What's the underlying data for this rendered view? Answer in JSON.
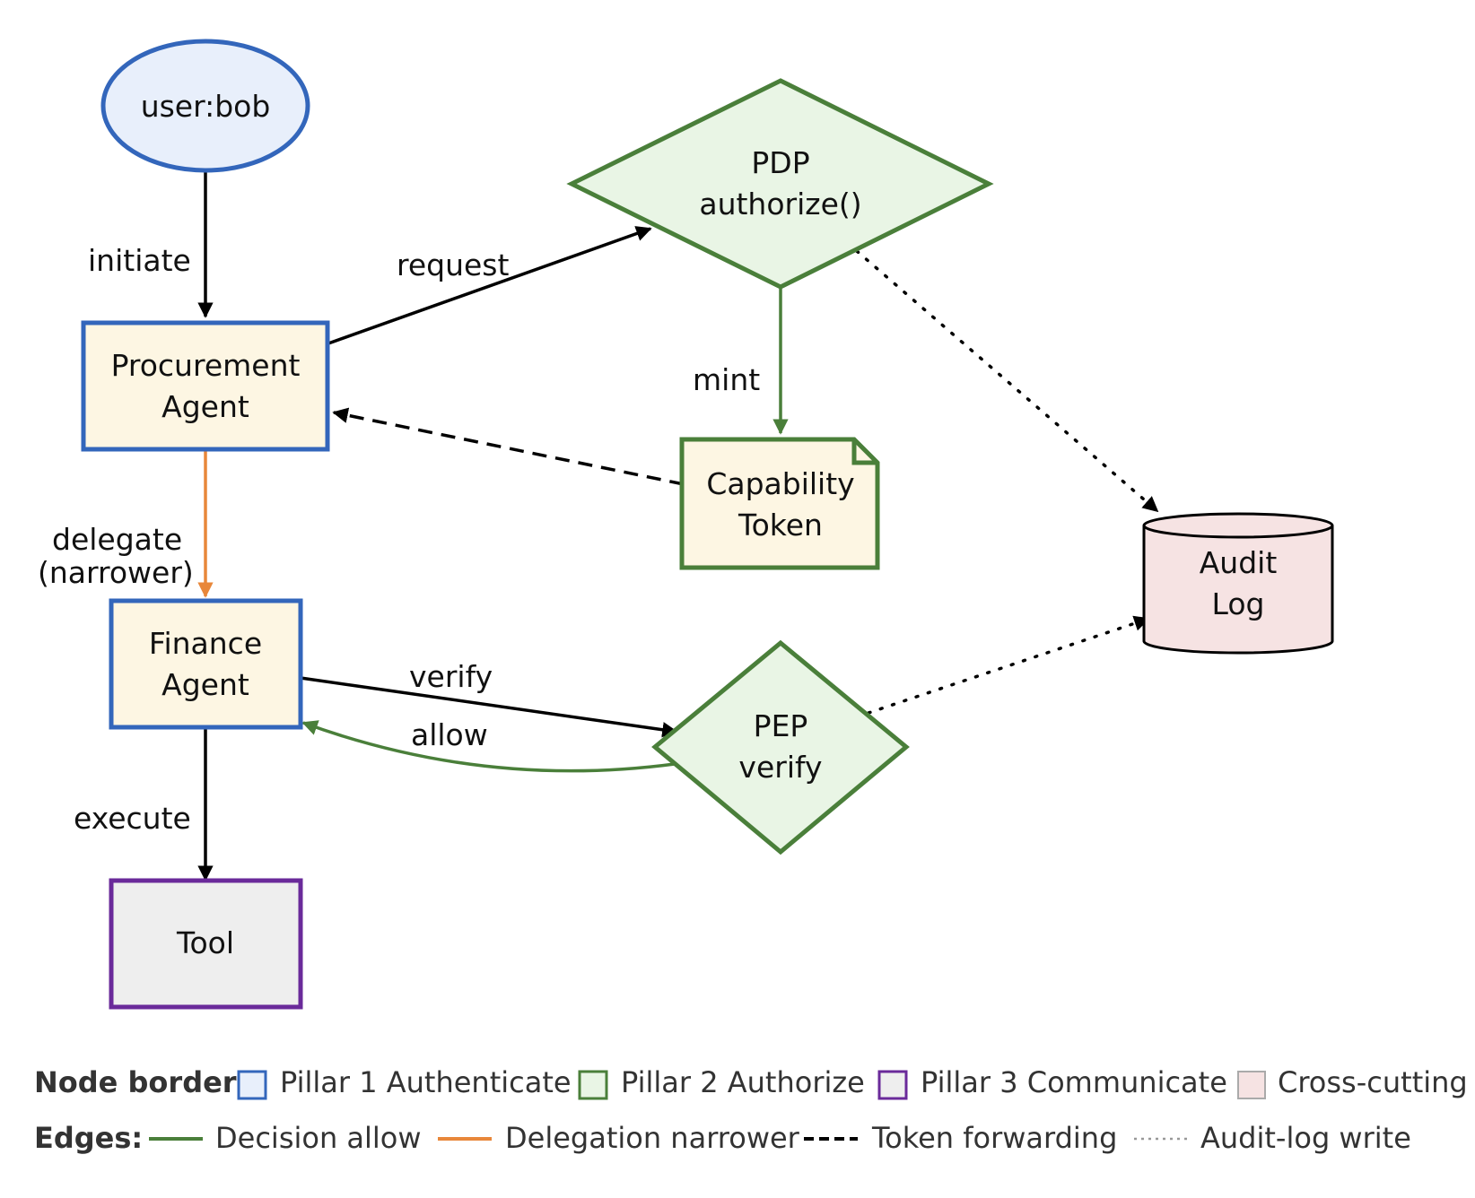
{
  "nodes": {
    "user": {
      "label": "user:bob"
    },
    "procurement": {
      "line1": "Procurement",
      "line2": "Agent"
    },
    "pdp": {
      "line1": "PDP",
      "line2": "authorize()"
    },
    "token": {
      "line1": "Capability",
      "line2": "Token"
    },
    "audit": {
      "line1": "Audit",
      "line2": "Log"
    },
    "finance": {
      "line1": "Finance",
      "line2": "Agent"
    },
    "pep": {
      "line1": "PEP",
      "line2": "verify"
    },
    "tool": {
      "label": "Tool"
    }
  },
  "edges": {
    "initiate": "initiate",
    "request": "request",
    "mint": "mint",
    "delegate_line1": "delegate",
    "delegate_line2": "(narrower)",
    "verify": "verify",
    "allow": "allow",
    "execute": "execute"
  },
  "legend": {
    "node_border_heading": "Node border:",
    "pillar1": "Pillar 1 Authenticate",
    "pillar2": "Pillar 2 Authorize",
    "pillar3": "Pillar 3 Communicate",
    "cross_cutting": "Cross-cutting",
    "edges_heading": "Edges:",
    "decision_allow": "Decision allow",
    "delegation_narrower": "Delegation narrower",
    "token_forwarding": "Token forwarding",
    "audit_log_write": "Audit-log write"
  },
  "colors": {
    "pillar1_border": "#3366bb",
    "pillar1_fill": "#e8effb",
    "agent_fill": "#fdf6e3",
    "pillar2_border": "#4a7f3a",
    "pillar2_fill": "#e9f5e5",
    "pillar3_border": "#6a2a9a",
    "pillar3_fill": "#eeeeee",
    "cross_cutting_fill": "#f6e3e3",
    "delegation_edge": "#e8873a",
    "default_edge": "#000000"
  }
}
